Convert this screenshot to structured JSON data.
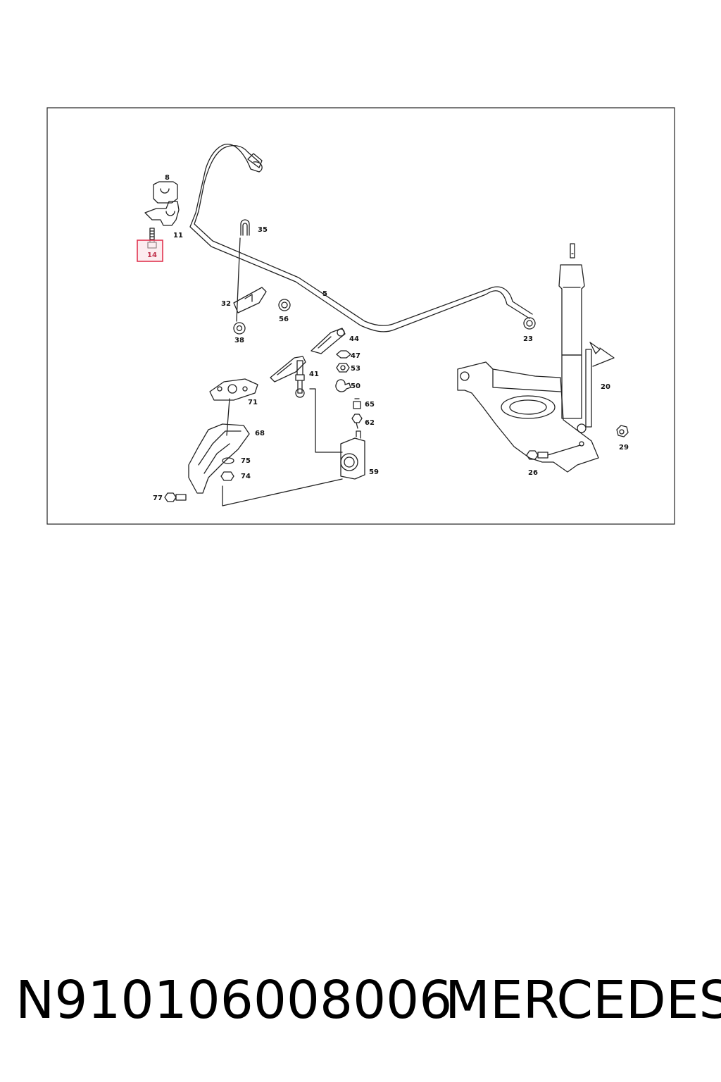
{
  "diagram": {
    "highlighted_part": "14",
    "callouts": {
      "p8": "8",
      "p11": "11",
      "p14": "14",
      "p35": "35",
      "p5": "5",
      "p32": "32",
      "p56": "56",
      "p38": "38",
      "p23": "23",
      "p44": "44",
      "p47": "47",
      "p53": "53",
      "p50": "50",
      "p41": "41",
      "p65": "65",
      "p62": "62",
      "p71": "71",
      "p68": "68",
      "p75": "75",
      "p74": "74",
      "p59": "59",
      "p77": "77",
      "p20": "20",
      "p29": "29",
      "p26": "26"
    },
    "highlight_color": "#e0334f"
  },
  "footer": {
    "part_number": "N910106008006",
    "brand": "MERCEDES"
  }
}
